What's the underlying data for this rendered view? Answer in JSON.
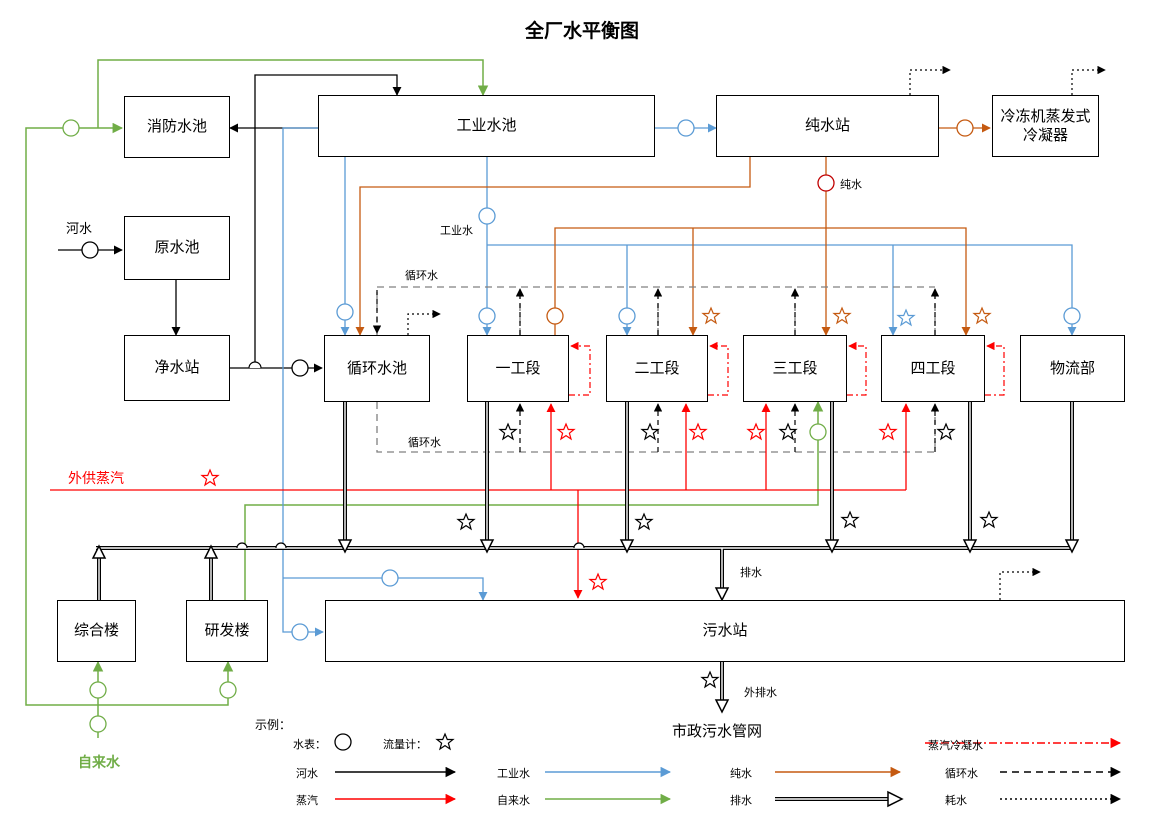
{
  "title": "全厂水平衡图",
  "nodes": {
    "fire_pool": "消防水池",
    "industrial_pool": "工业水池",
    "pure_station": "纯水站",
    "chiller_condenser": "冷冻机蒸发式冷凝器",
    "raw_pool": "原水池",
    "purify_station": "净水站",
    "circ_pool": "循环水池",
    "sec1": "一工段",
    "sec2": "二工段",
    "sec3": "三工段",
    "sec4": "四工段",
    "logistics": "物流部",
    "office": "综合楼",
    "rnd": "研发楼",
    "sewage_station": "污水站"
  },
  "labels": {
    "river_water": "河水",
    "industrial_water": "工业水",
    "pure_water": "纯水",
    "circulating_water_top": "循环水",
    "circulating_water_bottom": "循环水",
    "external_steam": "外供蒸汽",
    "drain": "排水",
    "external_drain": "外排水",
    "municipal_sewer": "市政污水管网",
    "tap_water": "自来水"
  },
  "legend": {
    "heading": "示例：",
    "meter": "水表：",
    "flowmeter": "流量计：",
    "items": [
      {
        "label": "河水",
        "color": "#000000",
        "style": "solid"
      },
      {
        "label": "工业水",
        "color": "#5b9bd5",
        "style": "solid"
      },
      {
        "label": "纯水",
        "color": "#c55a11",
        "style": "solid"
      },
      {
        "label": "蒸汽冷凝水",
        "color": "#ff0000",
        "style": "dashdot"
      },
      {
        "label": "蒸汽",
        "color": "#ff0000",
        "style": "solid"
      },
      {
        "label": "自来水",
        "color": "#70ad47",
        "style": "solid"
      },
      {
        "label": "排水",
        "color": "#000000",
        "style": "double"
      },
      {
        "label": "循环水",
        "color": "#000000",
        "style": "dashed"
      },
      {
        "label": "耗水",
        "color": "#000000",
        "style": "dotted"
      }
    ]
  },
  "colors": {
    "river": "#000000",
    "industrial": "#5b9bd5",
    "pure": "#c55a11",
    "steam": "#ff0000",
    "tap": "#70ad47",
    "circulating": "#808080",
    "drain": "#000000"
  }
}
